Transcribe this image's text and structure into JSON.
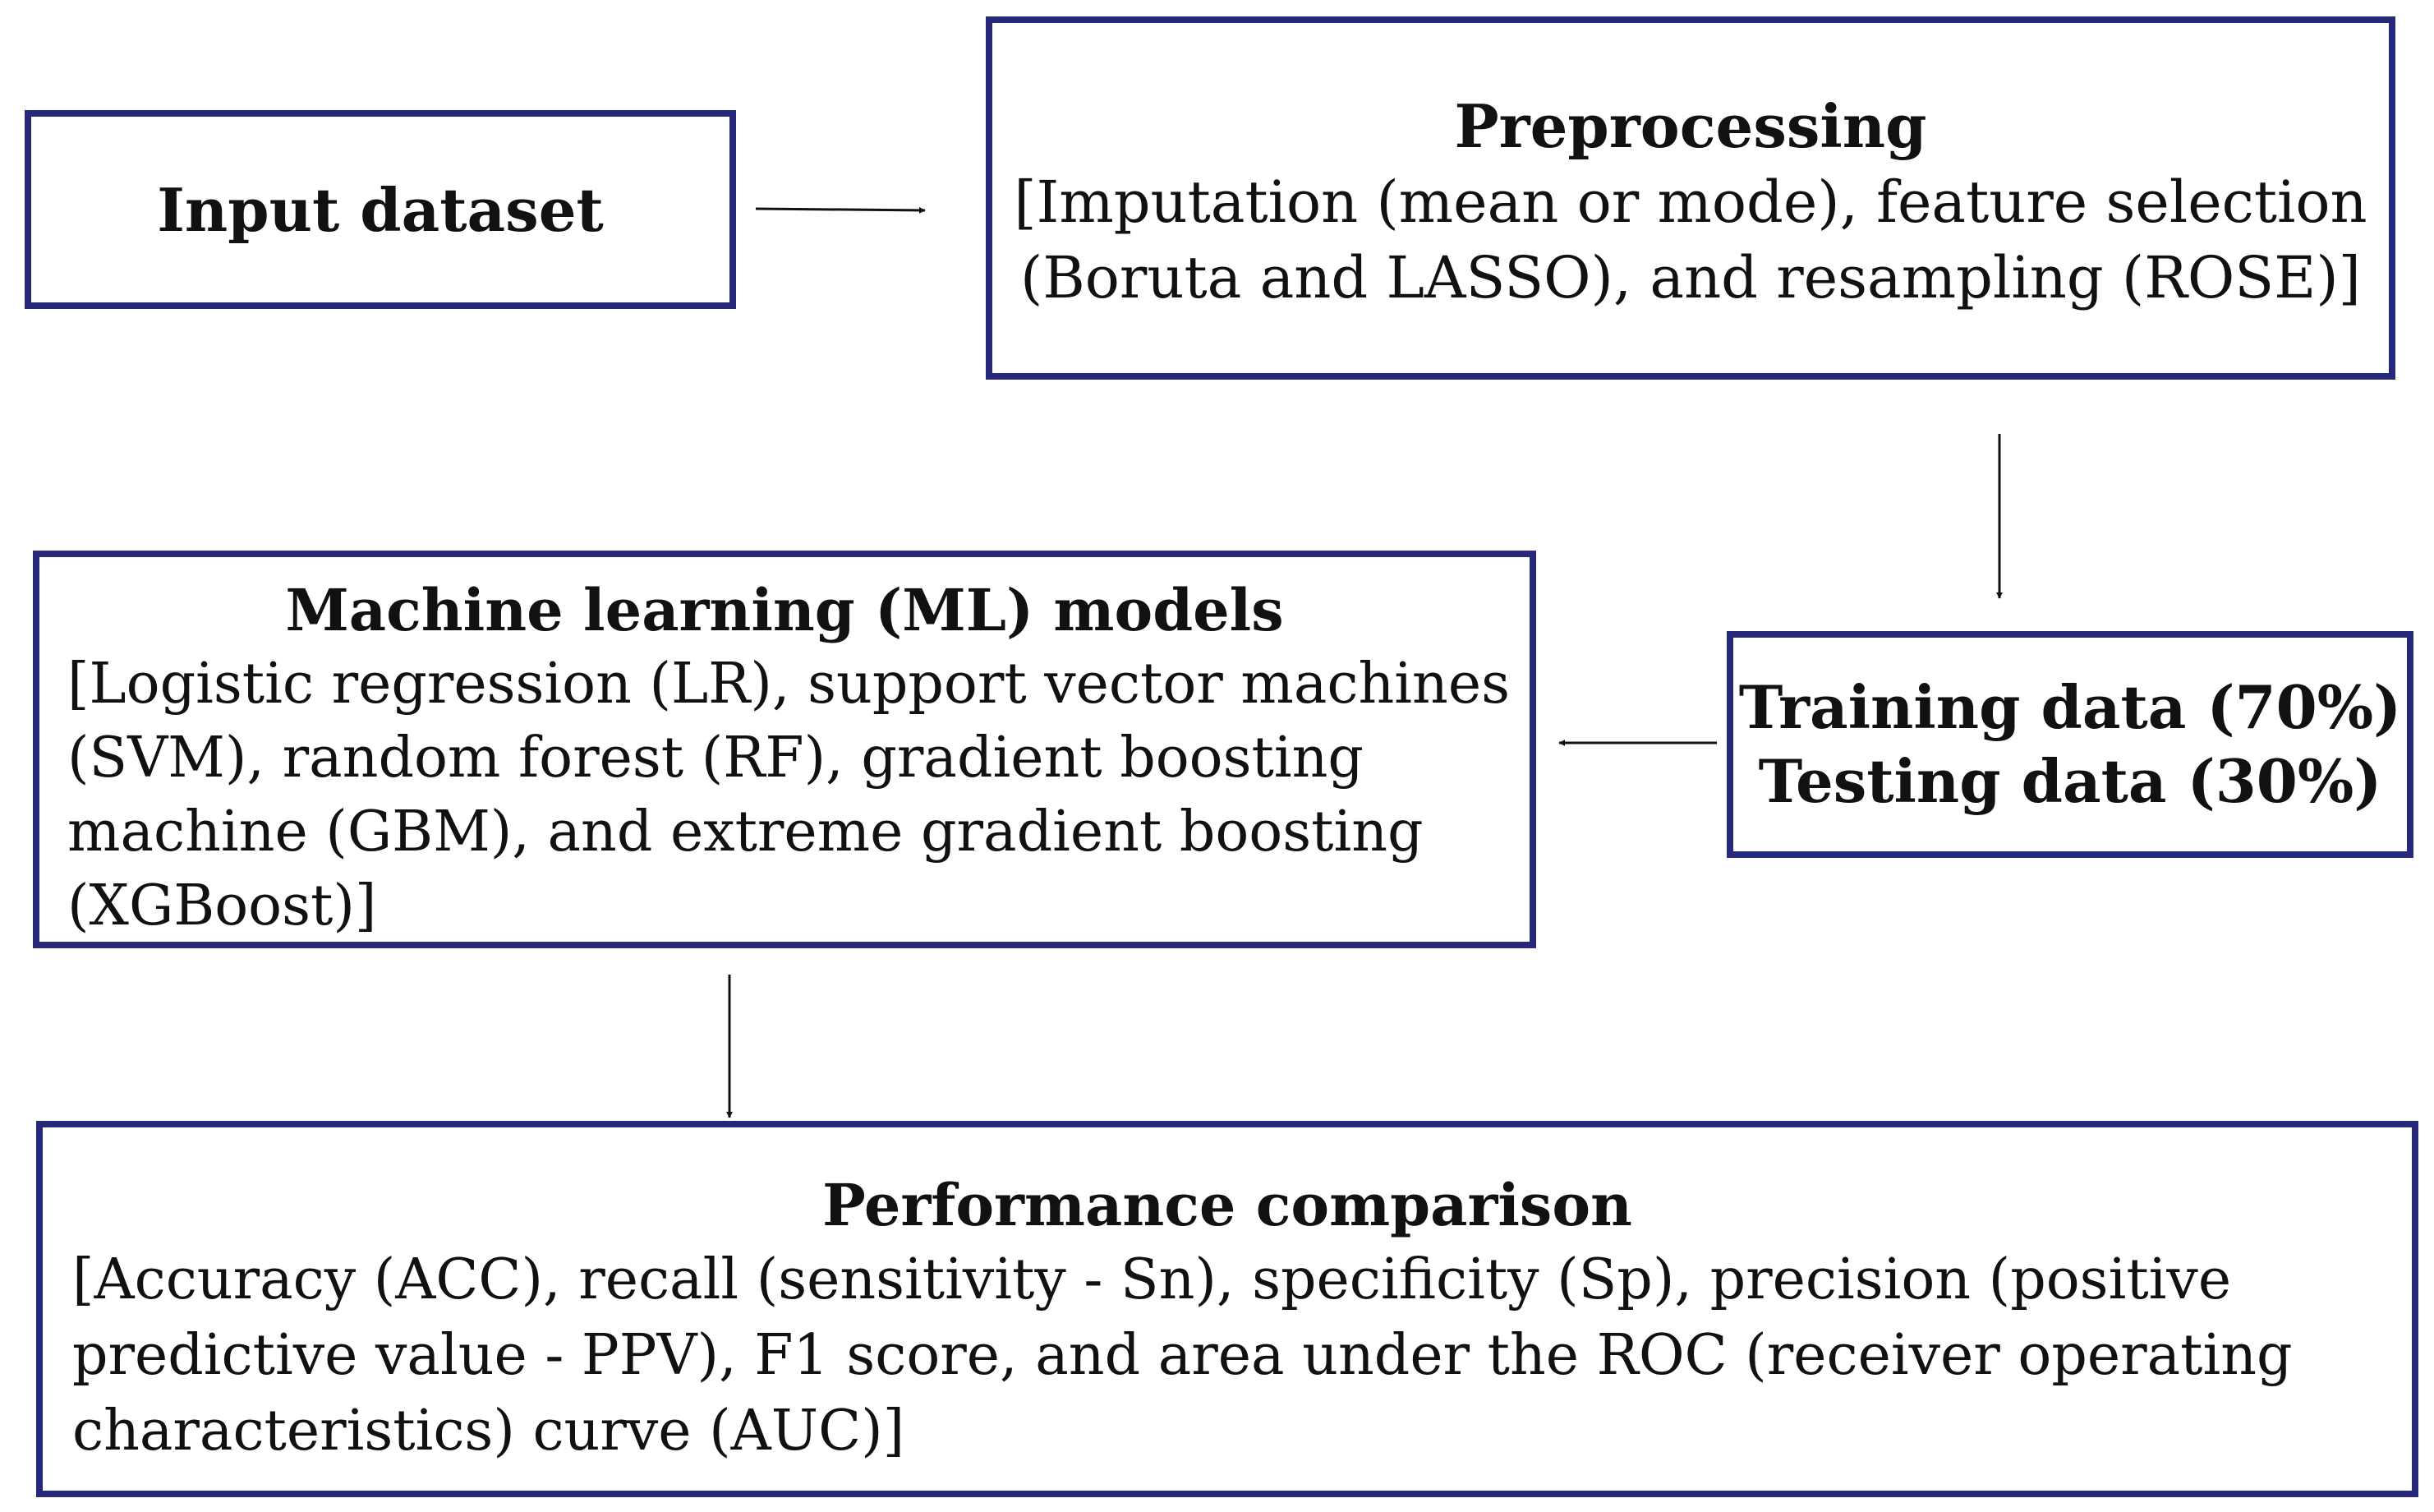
{
  "nodes": {
    "input": {
      "title": "Input dataset"
    },
    "preprocessing": {
      "title": "Preprocessing",
      "lines": [
        "[Imputation (mean or mode), feature selection",
        "(Boruta and LASSO), and resampling (ROSE)]"
      ]
    },
    "split": {
      "lines": [
        "Training data (70%)",
        "Testing data (30%)"
      ]
    },
    "models": {
      "title": "Machine learning (ML) models",
      "lines": [
        "[Logistic regression (LR), support vector machines",
        "(SVM), random forest (RF), gradient boosting",
        "machine (GBM), and extreme gradient boosting",
        "(XGBoost)]"
      ]
    },
    "performance": {
      "title": "Performance comparison",
      "lines": [
        "[Accuracy (ACC), recall (sensitivity - Sn), specificity (Sp), precision (positive",
        "predictive value - PPV), F1 score, and area under the ROC (receiver operating",
        "characteristics) curve (AUC)]"
      ]
    }
  },
  "edges": [
    {
      "from": "input",
      "to": "preprocessing"
    },
    {
      "from": "preprocessing",
      "to": "split"
    },
    {
      "from": "split",
      "to": "models"
    },
    {
      "from": "models",
      "to": "performance"
    }
  ],
  "colors": {
    "box_border": "#28287a",
    "arrow": "#111111",
    "text": "#111111"
  }
}
